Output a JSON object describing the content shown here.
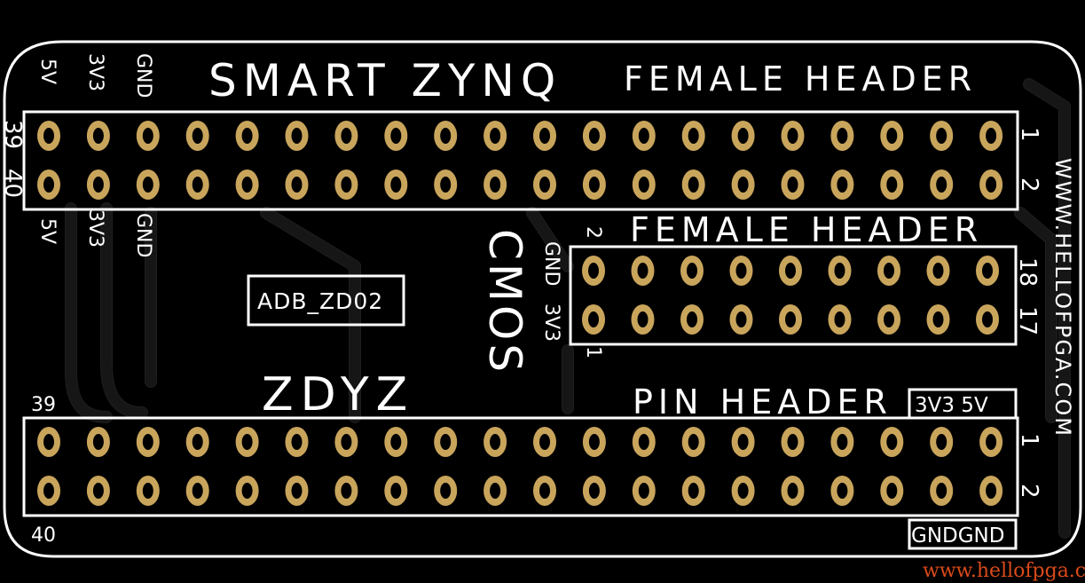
{
  "board": {
    "title": "SMART ZYNQ",
    "vendor": "ZDYZ",
    "part": "ADB_ZD02",
    "website": "WWW.HELLOFPGA.COM",
    "cmos": "CMOS"
  },
  "top_header": {
    "label": "FEMALE HEADER",
    "pin_left_top": "39",
    "pin_left_bottom": "40",
    "pin_right_top": "1",
    "pin_right_bottom": "2",
    "power_top": [
      "5V",
      "3V3",
      "GND"
    ],
    "power_bottom": [
      "5V",
      "3V3",
      "GND"
    ],
    "pins_per_row": 20
  },
  "cmos_header": {
    "label": "FEMALE HEADER",
    "pin_left_top": "2",
    "pin_left_bottom": "1",
    "pin_right_top": "18",
    "pin_right_bottom": "17",
    "power": [
      "GND",
      "3V3"
    ],
    "pins_per_row": 9
  },
  "bottom_header": {
    "label": "PIN HEADER",
    "pin_left_top": "39",
    "pin_left_bottom": "40",
    "pin_right_top": "1",
    "pin_right_bottom": "2",
    "power_top": "3V3 5V",
    "power_bottom": "GNDGND",
    "pins_per_row": 20
  },
  "watermark": "www.hellofpga.com",
  "colors": {
    "background": "#000000",
    "silkscreen": "#ffffff",
    "pad": "#c9a55c",
    "watermark": "#d94a1a"
  }
}
